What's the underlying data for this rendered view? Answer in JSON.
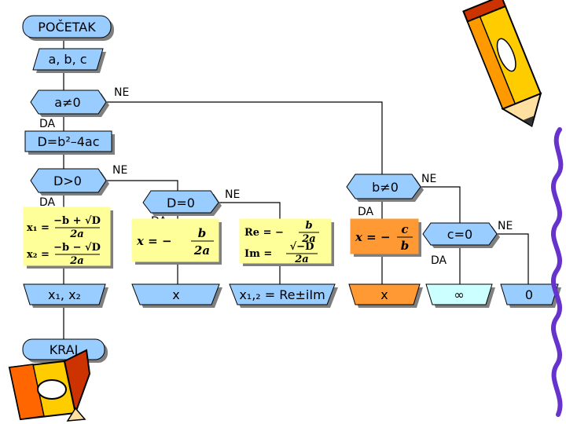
{
  "nodes": {
    "start": "POČETAK",
    "input": "a, b, c",
    "cond_a": "a≠0",
    "discriminant": "D=b²–4ac",
    "cond_d_pos": "D>0",
    "cond_d_zero": "D=0",
    "cond_b": "b≠0",
    "cond_c": "c=0",
    "out_x12": "x₁, x₂",
    "out_x": "x",
    "out_complex": "x₁,₂ = Re±iIm",
    "out_x2": "x",
    "out_inf": "∞",
    "out_zero": "0",
    "end": "KRAJ"
  },
  "labels": {
    "yes": "DA",
    "no": "NE"
  },
  "formulas": {
    "x1_lhs": "x₁ =",
    "x2_lhs": "x₂ =",
    "num_plus": "−b + √D",
    "num_minus": "−b − √D",
    "den_2a": "2a",
    "x_lhs": "x = −",
    "num_b": "b",
    "re_lhs": "Re = −",
    "im_lhs": "Im =",
    "num_sqrt_neg_d": "√−D",
    "lin_lhs": "x = −",
    "num_c": "c",
    "den_b": "b"
  },
  "colors": {
    "shape_fill": "#99ccff",
    "formula_fill": "#ffff99",
    "accent_fill": "#ff9933",
    "highlight_fill": "#ccffff"
  }
}
